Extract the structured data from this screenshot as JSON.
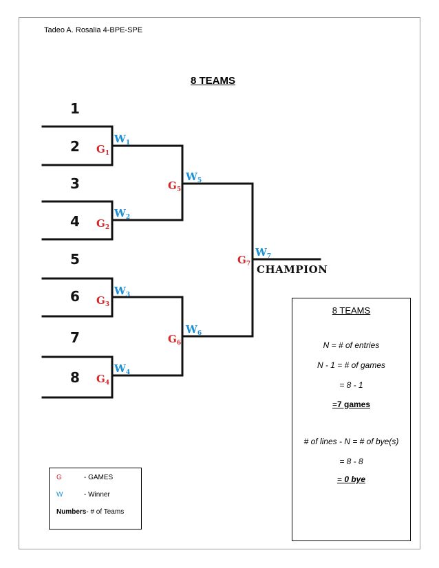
{
  "header": {
    "author": "Tadeo A. Rosalia 4-BPE-SPE"
  },
  "title": "8 TEAMS",
  "bracket": {
    "seeds": [
      "1",
      "2",
      "3",
      "4",
      "5",
      "6",
      "7",
      "8"
    ],
    "games": [
      {
        "letter": "G",
        "sub": "1"
      },
      {
        "letter": "G",
        "sub": "2"
      },
      {
        "letter": "G",
        "sub": "3"
      },
      {
        "letter": "G",
        "sub": "4"
      },
      {
        "letter": "G",
        "sub": "5"
      },
      {
        "letter": "G",
        "sub": "6"
      },
      {
        "letter": "G",
        "sub": "7"
      }
    ],
    "winners": [
      {
        "letter": "W",
        "sub": "1"
      },
      {
        "letter": "W",
        "sub": "2"
      },
      {
        "letter": "W",
        "sub": "3"
      },
      {
        "letter": "W",
        "sub": "4"
      },
      {
        "letter": "W",
        "sub": "5"
      },
      {
        "letter": "W",
        "sub": "6"
      },
      {
        "letter": "W",
        "sub": "7"
      }
    ],
    "champion": "CHAMPION",
    "colors": {
      "games": "#d62828",
      "winners": "#1a8fd6",
      "lines": "#111111"
    }
  },
  "calc": {
    "title": "8 TEAMS",
    "line1": "N = # of entries",
    "line2": "N - 1 = # of games",
    "line3": "= 8 - 1",
    "line4_eq": "=",
    "line4_val": "7 games",
    "line5": "# of lines - N = # of bye(s)",
    "line6": "= 8 - 8",
    "line7_eq": "= ",
    "line7_val": "0 bye"
  },
  "legend": {
    "g_key": "G",
    "g_desc": "- GAMES",
    "w_key": "W",
    "w_desc": "- Winner",
    "n_key": "Numbers",
    "n_desc": "- # of Teams"
  }
}
